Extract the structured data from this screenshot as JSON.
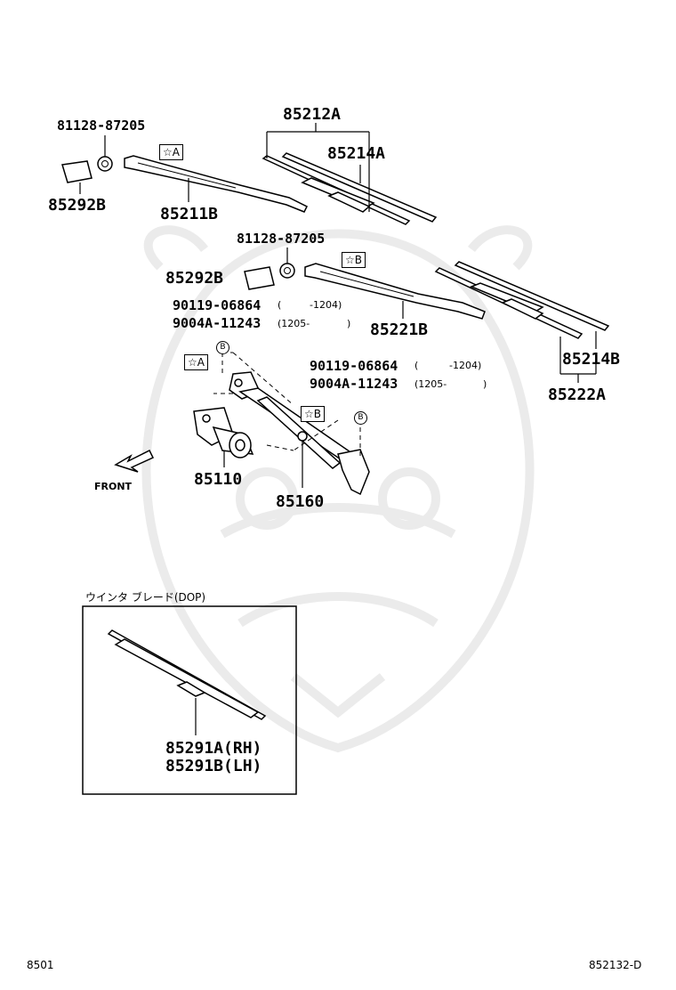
{
  "parts": {
    "p85212A": "85212A",
    "p85214A": "85214A",
    "p81128_top": "81128-87205",
    "p85292B_top": "85292B",
    "p85211B": "85211B",
    "p81128_mid": "81128-87205",
    "p85292B_mid": "85292B",
    "p90119_left": "90119-06864",
    "p9004A_left": "9004A-11243",
    "p85221B": "85221B",
    "p90119_right": "90119-06864",
    "p9004A_right": "9004A-11243",
    "p85214B": "85214B",
    "p85222A": "85222A",
    "p85110": "85110",
    "p85160": "85160",
    "p85291A": "85291A(RH)",
    "p85291B": "85291B(LH)"
  },
  "ranges": {
    "left_90119": "-1204)",
    "left_9004A": "(1205-",
    "left_9004A_close": ")",
    "left_90119_open": "(",
    "right_90119_open": "(",
    "right_90119": "-1204)",
    "right_9004A": "(1205-",
    "right_9004A_close": ")"
  },
  "tags": {
    "star_a_top": "☆A",
    "star_b_top": "☆B",
    "star_a_mid": "☆A",
    "star_b_mid": "☆B",
    "circle_b": "B"
  },
  "front_label": "FRONT",
  "optional_box_title": "ウインタ ブレード(DOP)",
  "footer": {
    "left": "8501",
    "right": "852132-D"
  }
}
